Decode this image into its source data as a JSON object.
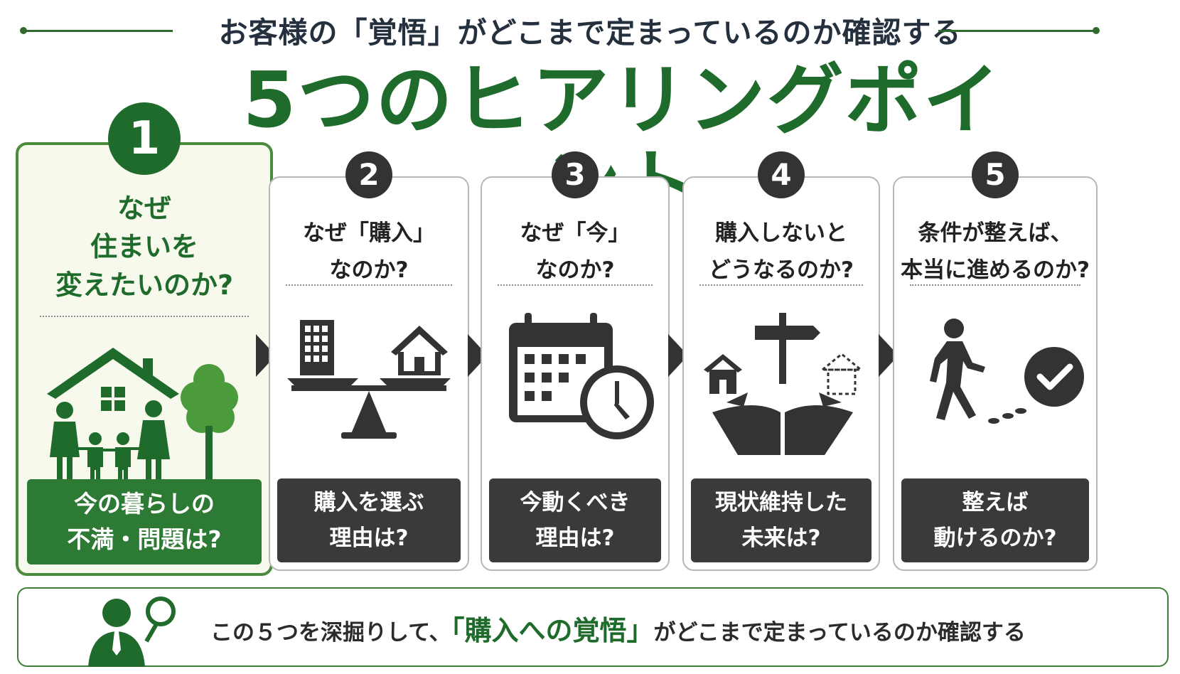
{
  "header": {
    "subtitle": "お客様の「覚悟」がどこまで定まっているのか確認する",
    "title": "5つのヒアリングポイント"
  },
  "colors": {
    "accent_green": "#1f6b2b",
    "dark": "#333333",
    "active_bg": "#f7f9ec"
  },
  "cards": [
    {
      "number": "1",
      "question": "なぜ\n住まいを\n変えたいのか?",
      "caption": "今の暮らしの\n不満・問題は?",
      "icon": "house-family-tree-icon"
    },
    {
      "number": "2",
      "question": "なぜ「購入」\nなのか?",
      "caption": "購入を選ぶ\n理由は?",
      "icon": "balance-scale-buildings-icon"
    },
    {
      "number": "3",
      "question": "なぜ「今」\nなのか?",
      "caption": "今動くべき\n理由は?",
      "icon": "calendar-clock-icon"
    },
    {
      "number": "4",
      "question": "購入しないと\nどうなるのか?",
      "caption": "現状維持した\n未来は?",
      "icon": "signpost-crossroads-icon"
    },
    {
      "number": "5",
      "question": "条件が整えば、\n本当に進めるのか?",
      "caption": "整えば\n動けるのか?",
      "icon": "walking-person-check-icon"
    }
  ],
  "banner": {
    "prefix": "この５つを深掘りして、",
    "emphasis": "「購入への覚悟」",
    "suffix": "がどこまで定まっているのか確認する",
    "icon": "businessman-magnifier-icon"
  }
}
